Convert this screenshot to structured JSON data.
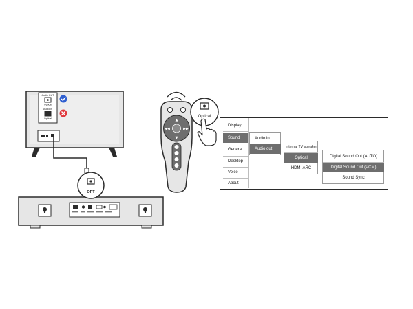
{
  "tv": {
    "audio_out_label": "Audio OUT",
    "optical_top_label": "Optical",
    "audio_in_label": "Audio in",
    "optical_bottom_label": "Optical"
  },
  "soundbar": {
    "opt_label": "OPT"
  },
  "remote": {
    "optical_callout_label": "Optical"
  },
  "menu": {
    "main": [
      {
        "label": "Display",
        "selected": false
      },
      {
        "label": "Sound",
        "selected": true
      },
      {
        "label": "General",
        "selected": false
      },
      {
        "label": "Desktop",
        "selected": false
      },
      {
        "label": "Voice",
        "selected": false
      },
      {
        "label": "About",
        "selected": false
      }
    ],
    "sound": [
      {
        "label": "Audio in",
        "selected": false
      },
      {
        "label": "Audio out",
        "selected": true
      }
    ],
    "audio_out": [
      {
        "label": "Internal TV speaker",
        "selected": false
      },
      {
        "label": "Optical",
        "selected": true
      },
      {
        "label": "HDMI ARC",
        "selected": false
      }
    ],
    "optical": [
      {
        "label": "Digital Sound Out  (AUTO)",
        "selected": false
      },
      {
        "label": "Digital Sound Out (PCM)",
        "selected": true
      },
      {
        "label": "Sound Sync",
        "selected": false
      }
    ]
  },
  "colors": {
    "line": "#2b2b2b",
    "device_fill": "#e6e6e6",
    "selected_fill": "#6e6e6e",
    "check_blue": "#2f5fd0",
    "cross_red": "#e0393e"
  }
}
